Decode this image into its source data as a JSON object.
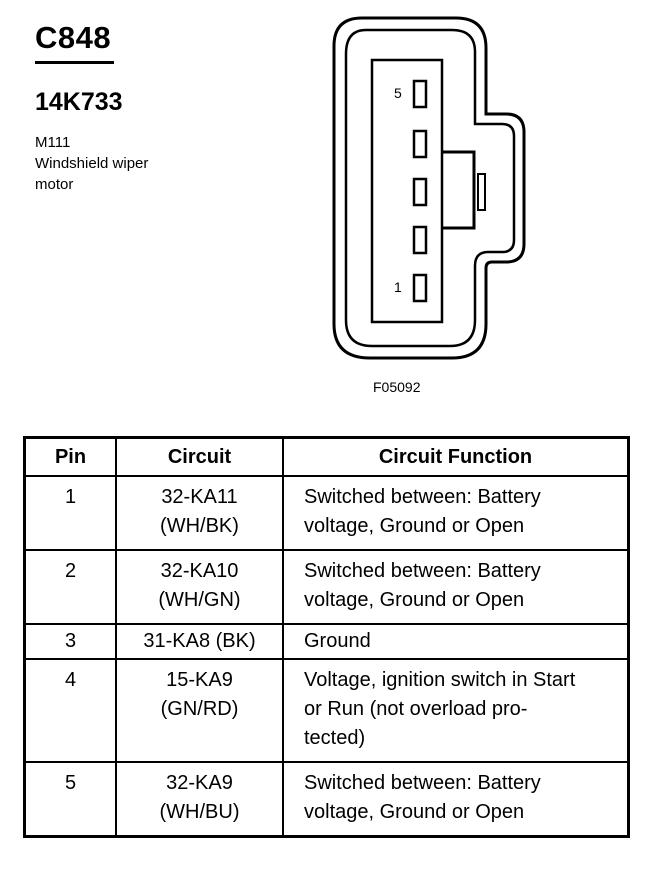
{
  "header": {
    "connector_id": "C848",
    "part_number": "14K733",
    "location_code": "M111",
    "description_lines": [
      "Windshield wiper",
      "motor"
    ]
  },
  "figure": {
    "pin_top_label": "5",
    "pin_bottom_label": "1",
    "figure_id": "F05092"
  },
  "table": {
    "headers": [
      "Pin",
      "Circuit",
      "Circuit Function"
    ],
    "rows": [
      {
        "pin": "1",
        "circuit": [
          "32-KA11",
          "(WH/BK)"
        ],
        "function": [
          "Switched between: Battery",
          "voltage, Ground or Open"
        ]
      },
      {
        "pin": "2",
        "circuit": [
          "32-KA10",
          "(WH/GN)"
        ],
        "function": [
          "Switched between: Battery",
          "voltage, Ground or Open"
        ]
      },
      {
        "pin": "3",
        "circuit": [
          "31-KA8 (BK)"
        ],
        "function": [
          "Ground"
        ]
      },
      {
        "pin": "4",
        "circuit": [
          "15-KA9",
          "(GN/RD)"
        ],
        "function": [
          "Voltage, ignition switch in Start",
          "or Run (not overload pro-",
          "tected)"
        ]
      },
      {
        "pin": "5",
        "circuit": [
          "32-KA9",
          "(WH/BU)"
        ],
        "function": [
          "Switched between: Battery",
          "voltage, Ground or Open"
        ]
      }
    ]
  }
}
